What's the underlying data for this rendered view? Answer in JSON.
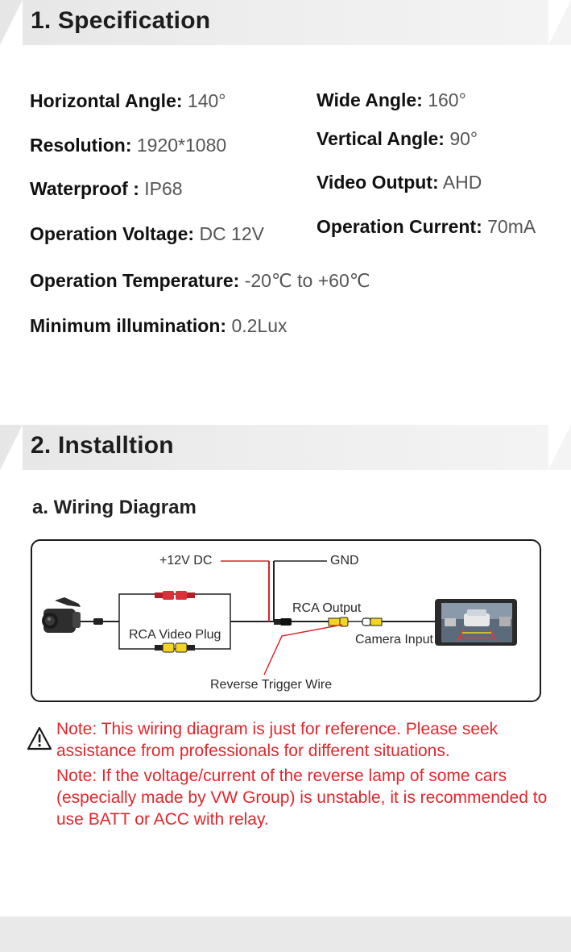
{
  "section1": {
    "title": "1. Specification"
  },
  "specs": {
    "horizontal_angle": {
      "label": "Horizontal Angle:",
      "value": "140°"
    },
    "wide_angle": {
      "label": "Wide Angle:",
      "value": "160°"
    },
    "resolution": {
      "label": "Resolution:",
      "value": "1920*1080"
    },
    "vertical_angle": {
      "label": "Vertical Angle:",
      "value": "90°"
    },
    "waterproof": {
      "label": "Waterproof :",
      "value": "IP68"
    },
    "video_output": {
      "label": "Video Output:",
      "value": "AHD"
    },
    "operation_voltage": {
      "label": "Operation Voltage:",
      "value": "DC 12V"
    },
    "operation_current": {
      "label": "Operation Current:",
      "value": "70mA"
    },
    "operation_temperature": {
      "label": "Operation Temperature:",
      "value": "-20℃ to +60℃"
    },
    "minimum_illumination": {
      "label": "Minimum illumination:",
      "value": "0.2Lux"
    }
  },
  "section2": {
    "title": "2. Installtion"
  },
  "wiring": {
    "subtitle": "a. Wiring Diagram",
    "labels": {
      "power": "+12V DC",
      "ground": "GND",
      "rca_output": "RCA Output",
      "rca_video_plug": "RCA Video Plug",
      "camera_input": "Camera Input",
      "reverse_trigger": "Reverse Trigger Wire"
    }
  },
  "notes": [
    "Note: This wiring diagram is just for reference. Please seek assistance from professionals for different situations.",
    "Note: If the voltage/current of the reverse lamp of some cars (especially made by VW Group) is unstable, it is recommended to use BATT or ACC with relay."
  ],
  "colors": {
    "note": "#e3262c",
    "power_wire": "#d6262b",
    "rca_yellow": "#f3d51f",
    "rca_red": "#d8313a"
  }
}
